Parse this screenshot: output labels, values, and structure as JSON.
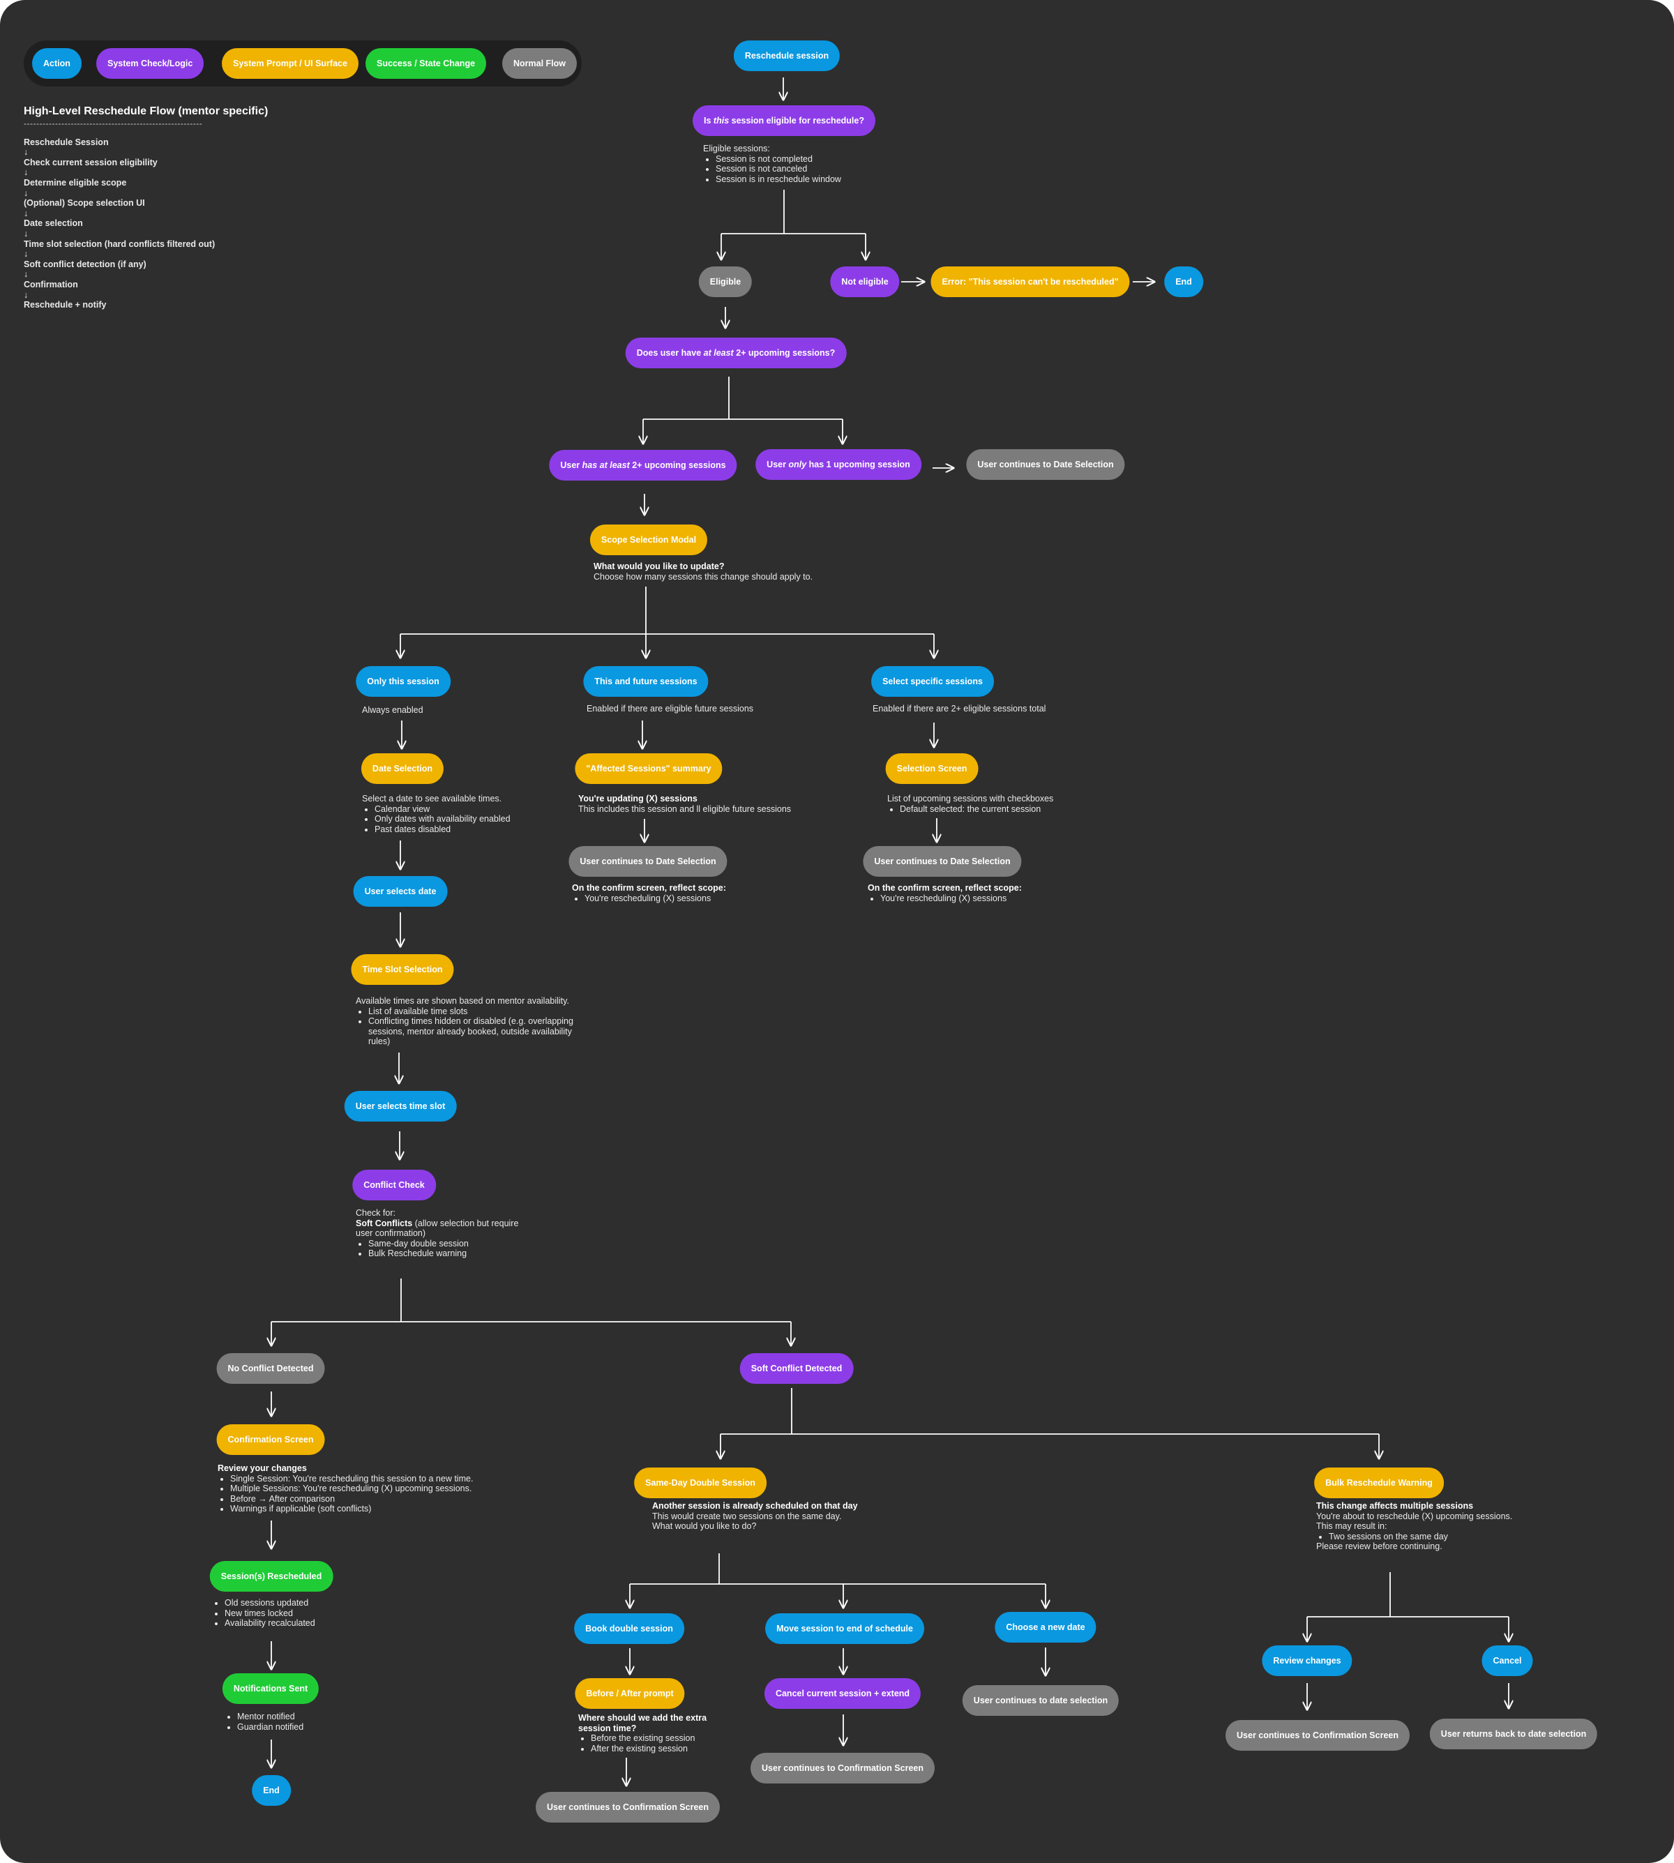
{
  "colors": {
    "action": "#0a98e0",
    "logic": "#8d3de8",
    "prompt": "#f0b300",
    "success": "#1fcc36",
    "normal": "#7c7c7c",
    "background": "#2e2e2e"
  },
  "legend": {
    "action": "Action",
    "logic": "System Check/Logic",
    "prompt": "System Prompt / UI Surface",
    "success": "Success / State Change",
    "normal": "Normal Flow"
  },
  "summary": {
    "title": "High-Level Reschedule Flow (mentor specific)",
    "rule": "---------------------------------------------------------",
    "arrow": "↓",
    "steps": [
      "Reschedule Session",
      "Check current session eligibility",
      "Determine eligible scope",
      "(Optional) Scope selection UI",
      "Date selection",
      "Time slot selection (hard conflicts filtered out)",
      "Soft conflict detection (if any)",
      "Confirmation",
      "Reschedule + notify"
    ]
  },
  "nodes": {
    "reschedule_session": "Reschedule session",
    "eligible_question": {
      "pre": "Is ",
      "em": "this",
      "post": " session eligible for reschedule?"
    },
    "eligible": "Eligible",
    "not_eligible": "Not eligible",
    "error": "Error: \"This session can't be rescheduled\"",
    "end_top": "End",
    "upcoming_question": {
      "pre": "Does user have ",
      "em": "at least",
      "post": " 2+ upcoming sessions?"
    },
    "has_2plus": {
      "pre": "User ",
      "em": "has at least",
      "post": " 2+ upcoming sessions"
    },
    "only_1": {
      "pre": "User ",
      "em": "only",
      "post": " has 1 upcoming session"
    },
    "continue_date_top": "User continues to Date Selection",
    "scope_modal": "Scope Selection Modal",
    "only_this": "Only this session",
    "this_future": "This and future sessions",
    "select_specific": "Select specific sessions",
    "date_selection": "Date Selection",
    "affected_summary": "\"Affected Sessions\" summary",
    "selection_screen": "Selection Screen",
    "continue_date_mid": "User continues to Date Selection",
    "continue_date_right": "User continues to Date Selection",
    "user_selects_date": "User selects date",
    "time_slot_selection": "Time Slot Selection",
    "user_selects_slot": "User selects time slot",
    "conflict_check": "Conflict Check",
    "no_conflict": "No Conflict Detected",
    "soft_conflict": "Soft Conflict Detected",
    "confirmation_screen": "Confirmation Screen",
    "rescheduled": "Session(s) Rescheduled",
    "notifications_sent": "Notifications Sent",
    "end_bottom": "End",
    "same_day": "Same-Day Double Session",
    "bulk_warning": "Bulk Reschedule Warning",
    "book_double": "Book double session",
    "move_end": "Move session to end of schedule",
    "choose_new_date": "Choose a new date",
    "before_after": "Before / After prompt",
    "cancel_extend": "Cancel current session + extend",
    "continue_date_lower": "User continues to date selection",
    "continue_confirm_a": "User continues to Confirmation Screen",
    "continue_confirm_b": "User continues to Confirmation Screen",
    "review_changes": "Review changes",
    "cancel": "Cancel",
    "continue_confirm_c": "User continues to Confirmation Screen",
    "returns_date": "User returns back to date selection"
  },
  "notes": {
    "eligible_sessions": {
      "heading": "Eligible sessions:",
      "items": [
        "Session is not completed",
        "Session is not canceled",
        "Session is in reschedule window"
      ]
    },
    "scope_modal": {
      "bold": "What would you like to update?",
      "line": "Choose how many sessions this change should apply to."
    },
    "always_enabled": "Always enabled",
    "future_enabled": "Enabled if there are eligible future sessions",
    "specific_enabled": "Enabled if there are 2+ eligible sessions total",
    "date_selection": {
      "heading": "Select a date to see available times.",
      "items": [
        "Calendar view",
        "Only dates with availability enabled",
        "Past dates disabled"
      ]
    },
    "affected": {
      "bold": "You're updating (X) sessions",
      "line": "This includes this session and ll eligible future sessions"
    },
    "selection_screen": {
      "heading": "List of upcoming sessions with checkboxes",
      "items": [
        "Default selected: the current session"
      ]
    },
    "confirm_scope_mid": {
      "bold": "On the confirm screen, reflect scope:",
      "items": [
        "You're rescheduling (X) sessions"
      ]
    },
    "confirm_scope_right": {
      "bold": "On the confirm screen, reflect scope:",
      "items": [
        "You're rescheduling (X) sessions"
      ]
    },
    "time_slot": {
      "heading": "Available times are shown based on mentor availability.",
      "items": [
        "List of available time slots",
        "Conflicting times hidden or disabled (e.g. overlapping sessions, mentor already booked, outside availability rules)"
      ]
    },
    "conflict_check": {
      "heading": "Check for:",
      "bold": "Soft Conflicts",
      "rest": " (allow selection but require user confirmation)",
      "items": [
        "Same-day double session",
        "Bulk Reschedule warning"
      ]
    },
    "review": {
      "bold": "Review your changes",
      "items": [
        "Single Session: You're rescheduling this session to a new time.",
        "Multiple Sessions: You're rescheduling (X) upcoming sessions.",
        "Before → After comparison",
        "Warnings if applicable (soft conflicts)"
      ]
    },
    "rescheduled": {
      "items": [
        "Old sessions updated",
        "New times locked",
        "Availability recalculated"
      ]
    },
    "notifications": {
      "items": [
        "Mentor notified",
        "Guardian notified"
      ]
    },
    "same_day": {
      "bold": "Another session is already scheduled on that day",
      "lines": [
        "This would create two sessions on the same day.",
        "What would you like to do?"
      ]
    },
    "bulk": {
      "bold": "This change affects multiple sessions",
      "lines": [
        "You're about to reschedule (X) upcoming sessions.",
        "This may result in:"
      ],
      "items": [
        "Two sessions on the same day"
      ],
      "after": "Please review before continuing."
    },
    "before_after": {
      "bold": "Where should we add the extra session time?",
      "items": [
        "Before the existing session",
        "After the existing session"
      ]
    }
  }
}
